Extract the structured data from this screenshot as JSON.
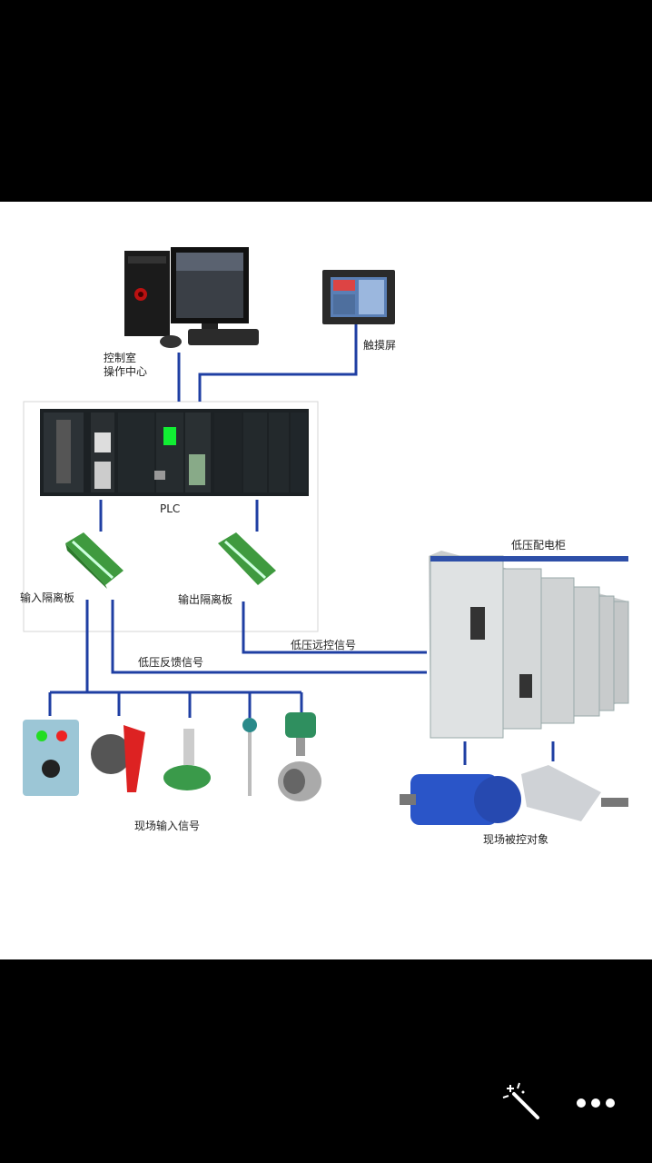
{
  "diagram": {
    "labels": {
      "control_room_line1": "控制室",
      "control_room_line2": "操作中心",
      "touchscreen": "触摸屏",
      "plc": "PLC",
      "input_isolation_board": "输入隔离板",
      "output_isolation_board": "输出隔离板",
      "low_voltage_cabinet": "低压配电柜",
      "low_voltage_remote_signal": "低压远控信号",
      "low_voltage_feedback_signal": "低压反馈信号",
      "field_input_signal": "现场输入信号",
      "field_controlled_object": "现场被控对象"
    },
    "colors": {
      "wire": "#1f3fa3",
      "background": "#ffffff"
    }
  },
  "toolbar": {
    "icons": [
      "magic-wand-icon",
      "more-icon"
    ]
  }
}
